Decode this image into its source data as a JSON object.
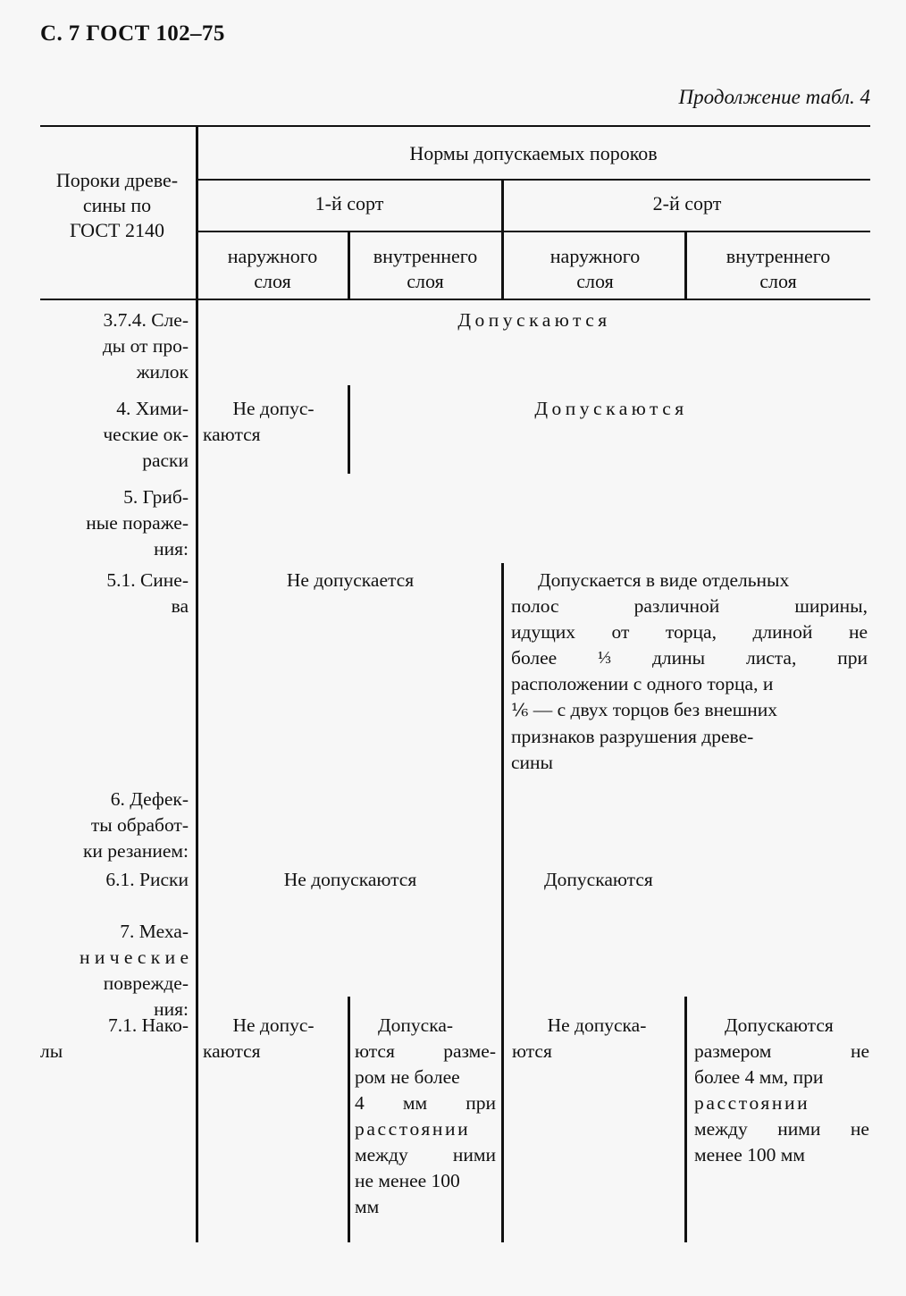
{
  "page": {
    "header_left": "С. 7 ГОСТ 102‒75",
    "table_continuation": "Продолжение табл. 4"
  },
  "table": {
    "header": {
      "row_label_column": "Пороки древе-\nсины по\nГОСТ 2140",
      "row_label_line1": "Пороки древе-",
      "row_label_line2": "сины по",
      "row_label_line3": "ГОСТ 2140",
      "norms_title": "Нормы допускаемых пороков",
      "grade1": "1-й сорт",
      "grade2": "2-й сорт",
      "layer_outer_1": "наружного\nслоя",
      "layer_outer_1_l1": "наружного",
      "layer_outer_1_l2": "слоя",
      "layer_inner_1_l1": "внутреннего",
      "layer_inner_1_l2": "слоя",
      "layer_outer_2_l1": "наружного",
      "layer_outer_2_l2": "слоя",
      "layer_inner_2_l1": "внутреннего",
      "layer_inner_2_l2": "слоя"
    },
    "rows": [
      {
        "label": "3.7.4. Сле-\nды от про-\nжилок",
        "label_l1": "3.7.4. Сле-",
        "label_l2": "ды от про-",
        "label_l3": "жилок",
        "span_all": "Допускаются"
      },
      {
        "label_l1": "4.  Хими-",
        "label_l2": "ческие ок-",
        "label_l3": "раски",
        "col1_l1": "Не допус-",
        "col1_l2": "каются",
        "span_234": "Допускаются"
      },
      {
        "label_l1": "5.  Гриб-",
        "label_l2": "ные пораже-",
        "label_l3": "ния:"
      },
      {
        "label_l1": "5.1. Сине-",
        "label_l2": "ва",
        "span_12": "Не допускается",
        "span_34": "Допускается в виде отдельных полос различной ширины, идущих от торца, длиной не более ⅓ длины листа, при расположении с одного торца, и ⅙ — с двух торцов без внешних признаков разрушения древе-сины"
      },
      {
        "label_l1": "6.  Дефек-",
        "label_l2": "ты  обработ-",
        "label_l3": "ки резанием:"
      },
      {
        "label_l1": "6.1. Риски",
        "span_12": "Не допускаются",
        "span_34": "Допускаются"
      },
      {
        "label_l1": "7.  Меха-",
        "label_l2": "н и ч е с к и е",
        "label_l3": "поврежде-",
        "label_l4": "ния:"
      },
      {
        "label_l1": "7.1. Нако-",
        "label_l2": "лы",
        "col1_l1": "Не допус-",
        "col1_l2": "каются",
        "col2": "Допуска-ются размером не более 4 мм при расстоянии между ними не менее 100 мм",
        "col3_l1": "Не допуска-",
        "col3_l2": "ются",
        "col4": "Допускаются размером не более 4 мм, при расстоянии между ними не менее 100 мм"
      }
    ],
    "cell_text": {
      "r1_span": "Допускаются",
      "r2_col1_l1": "Не допус-",
      "r2_col1_l2": "каются",
      "r2_span": "Допускаются",
      "r4_span12": "Не допускается",
      "r4_p_l1": "Допускается в виде отдельных",
      "r4_p_l2": "полос различной ширины,",
      "r4_p_l3": "идущих от торца, длиной не",
      "r4_p_l4a": "более ",
      "r4_p_l4b": "⅓",
      "r4_p_l4c": " длины листа, при",
      "r4_p_l5": "расположении с одного торца, и",
      "r4_p_l6a": "⅙",
      "r4_p_l6b": " — с двух торцов без внешних",
      "r4_p_l7": "признаков разрушения древе-",
      "r4_p_l8": "сины",
      "r6_span12": "Не допускаются",
      "r6_span34": "Допускаются",
      "r8_c2_l1": "Допуска-",
      "r8_c2_l2": "ются разме-",
      "r8_c2_l3": "ром не более",
      "r8_c2_l4": "4  мм  при",
      "r8_c2_l5": "р а с с т о я н и и",
      "r8_c2_l6": "между  ними",
      "r8_c2_l7": "не менее 100",
      "r8_c2_l8": "мм",
      "r8_c3_l1": "Не допуска-",
      "r8_c3_l2": "ются",
      "r8_c4_l1": "Допускаются",
      "r8_c4_l2": "размером     не",
      "r8_c4_l3": "более 4 мм, при",
      "r8_c4_l4": "р а с с т о я н и и",
      "r8_c4_l5": "между ними не",
      "r8_c4_l6": "менее 100 мм"
    }
  }
}
